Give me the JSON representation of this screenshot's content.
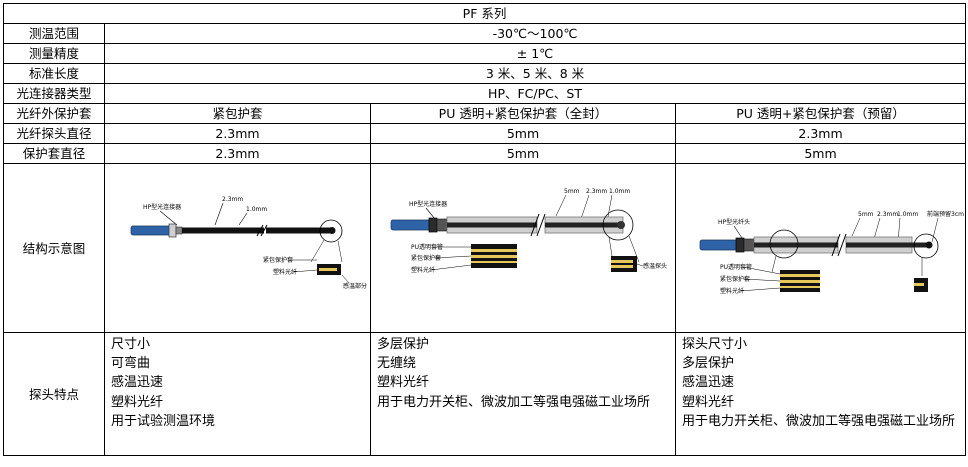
{
  "title": "PF 系列",
  "rows": {
    "range": {
      "label": "测温范围",
      "value": "-30℃～100℃"
    },
    "accuracy": {
      "label": "测量精度",
      "value": "± 1℃"
    },
    "length": {
      "label": "标准长度",
      "value": "3 米、5 米、8 米"
    },
    "connector": {
      "label": "光连接器类型",
      "value": "HP、FC/PC、ST"
    },
    "jacket": {
      "label": "光纤外保护套",
      "values": [
        "紧包护套",
        "PU 透明+紧包保护套（全封）",
        "PU 透明+紧包保护套（预留）"
      ]
    },
    "probe_dia": {
      "label": "光纤探头直径",
      "values": [
        "2.3mm",
        "5mm",
        "2.3mm"
      ]
    },
    "sleeve_dia": {
      "label": "保护套直径",
      "values": [
        "2.3mm",
        "5mm",
        "5mm"
      ]
    },
    "diagram": {
      "label": "结构示意图"
    },
    "features": {
      "label": "探头特点"
    }
  },
  "diagrams": {
    "d1": {
      "connector": "HP型光连接器",
      "d_outer": "2.3mm",
      "d_inner": "1.0mm",
      "tight": "紧包保护套",
      "fiber": "塑料光纤",
      "sense": "感温部分"
    },
    "d2": {
      "connector": "HP型光连接器",
      "d_outer": "5mm",
      "d_mid": "2.3mm",
      "d_inner": "1.0mm",
      "pu": "PU透明套管",
      "tight": "紧包保护套",
      "fiber": "塑料光纤",
      "sense": "感温探头"
    },
    "d3": {
      "connector": "HP型光纤头",
      "d_outer": "5mm",
      "d_mid": "2.3mm",
      "d_inner": "1.0mm",
      "reserve": "前端预留3cm",
      "pu": "PU透明套管",
      "tight": "紧包保护套",
      "fiber": "塑料光纤"
    }
  },
  "features": {
    "col1": [
      "尺寸小",
      "可弯曲",
      "感温迅速",
      "塑料光纤",
      "用于试验测温环境"
    ],
    "col2": [
      "多层保护",
      "无缠绕",
      "塑料光纤",
      "用于电力开关柜、微波加工等强电强磁工业场所"
    ],
    "col3": [
      "探头尺寸小",
      "多层保护",
      "感温迅速",
      "塑料光纤",
      "用于电力开关柜、微波加工等强电强磁工业场所"
    ]
  }
}
